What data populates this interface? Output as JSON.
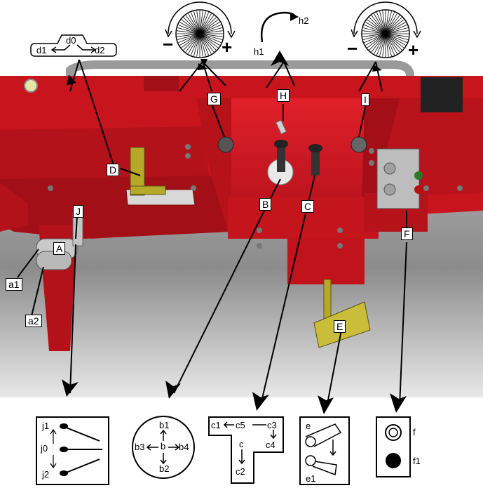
{
  "callouts": {
    "A": "A",
    "B": "B",
    "C": "C",
    "D": "D",
    "E": "E",
    "F": "F",
    "G": "G",
    "H": "H",
    "I": "I",
    "J": "J",
    "a1": "a1",
    "a2": "a2"
  },
  "knob_g": {
    "minus": "−",
    "plus": "+"
  },
  "knob_i": {
    "minus": "−",
    "plus": "+"
  },
  "lever_h": {
    "h1": "h1",
    "h2": "h2"
  },
  "switch_d": {
    "d0": "d0",
    "d1": "d1",
    "d2": "d2"
  },
  "panel_j": {
    "j1": "j1",
    "j0": "j0",
    "j2": "j2"
  },
  "panel_b": {
    "b": "b",
    "b1": "b1",
    "b2": "b2",
    "b3": "b3",
    "b4": "b4"
  },
  "panel_c": {
    "c": "c",
    "c1": "c1",
    "c2": "c2",
    "c3": "c3",
    "c4": "c4",
    "c5": "c5"
  },
  "panel_e": {
    "e": "e",
    "e1": "e1"
  },
  "panel_f": {
    "f": "f",
    "f1": "f1"
  },
  "colors": {
    "machine_red": "#c8141c",
    "machine_dark": "#8a0c10",
    "lever_yellow": "#b5a92a",
    "floor_gray": "#a7a7a7"
  }
}
